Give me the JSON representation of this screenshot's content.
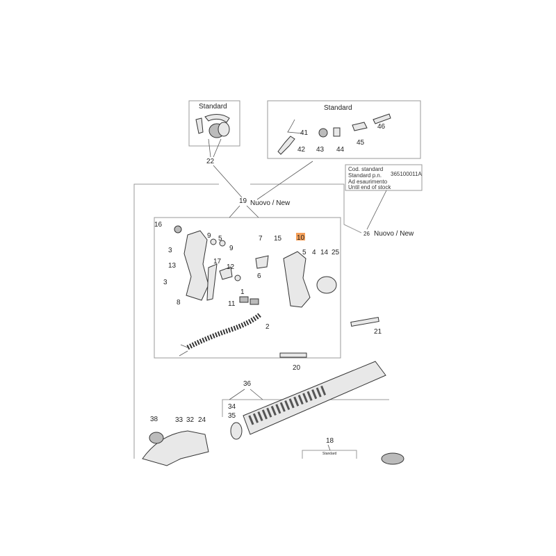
{
  "diagram": {
    "top_left_group": {
      "title": "Standard",
      "callout": "22"
    },
    "top_right_group": {
      "title": "Standard",
      "callouts": [
        "41",
        "42",
        "43",
        "44",
        "45",
        "46"
      ]
    },
    "info_box": {
      "lines": [
        "Cod. standard",
        "Standard p.n.",
        "Ad esaurimento",
        "Until end of stock"
      ],
      "part_number": "365100011A"
    },
    "assembly_19": {
      "number": "19",
      "label": "Nuovo / New"
    },
    "assembly_26": {
      "number": "26",
      "label": "Nuovo / New"
    },
    "highlighted_part": {
      "number": "10",
      "color": "#f5a05a"
    },
    "callouts": [
      "16",
      "9",
      "5",
      "9",
      "3",
      "17",
      "12",
      "13",
      "3",
      "8",
      "7",
      "15",
      "5",
      "4",
      "14",
      "25",
      "6",
      "1",
      "11",
      "2",
      "21",
      "20",
      "36",
      "34",
      "35",
      "38",
      "33",
      "32",
      "24",
      "18"
    ],
    "bottom_group": {
      "title": "Standard"
    }
  }
}
